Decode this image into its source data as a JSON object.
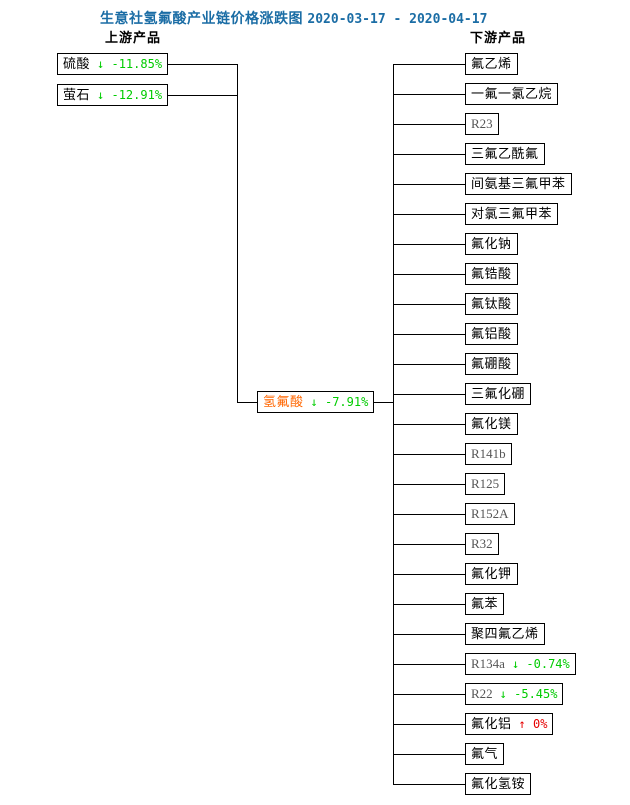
{
  "title": "生意社氢氟酸产业链价格涨跌图",
  "date_range": "2020-03-17 - 2020-04-17",
  "colors": {
    "title_blue": "#1b6da5",
    "down_green": "#00cc00",
    "up_red": "#e60000",
    "center_orange": "#ff6600",
    "line_black": "#000000"
  },
  "glyphs": {
    "down_arrow": "↓",
    "up_arrow": "↑"
  },
  "upstream": {
    "header": "上游产品",
    "items": [
      {
        "name": "硫酸",
        "direction": "down",
        "change": "-11.85%"
      },
      {
        "name": "萤石",
        "direction": "down",
        "change": "-12.91%"
      }
    ]
  },
  "center": {
    "name": "氢氟酸",
    "direction": "down",
    "change": "-7.91%"
  },
  "downstream": {
    "header": "下游产品",
    "items": [
      {
        "name": "氟乙烯"
      },
      {
        "name": "一氟一氯乙烷"
      },
      {
        "name": "R23"
      },
      {
        "name": "三氟乙酰氟"
      },
      {
        "name": "间氨基三氟甲苯"
      },
      {
        "name": "对氯三氟甲苯"
      },
      {
        "name": "氟化钠"
      },
      {
        "name": "氟锆酸"
      },
      {
        "name": "氟钛酸"
      },
      {
        "name": "氟铝酸"
      },
      {
        "name": "氟硼酸"
      },
      {
        "name": "三氟化硼"
      },
      {
        "name": "氟化镁"
      },
      {
        "name": "R141b"
      },
      {
        "name": "R125"
      },
      {
        "name": "R152A"
      },
      {
        "name": "R32"
      },
      {
        "name": "氟化钾"
      },
      {
        "name": "氟苯"
      },
      {
        "name": "聚四氟乙烯"
      },
      {
        "name": "R134a",
        "direction": "down",
        "change": "-0.74%"
      },
      {
        "name": "R22",
        "direction": "down",
        "change": "-5.45%"
      },
      {
        "name": "氟化铝",
        "direction": "up",
        "change": "0%"
      },
      {
        "name": "氟气"
      },
      {
        "name": "氟化氢铵"
      }
    ]
  }
}
